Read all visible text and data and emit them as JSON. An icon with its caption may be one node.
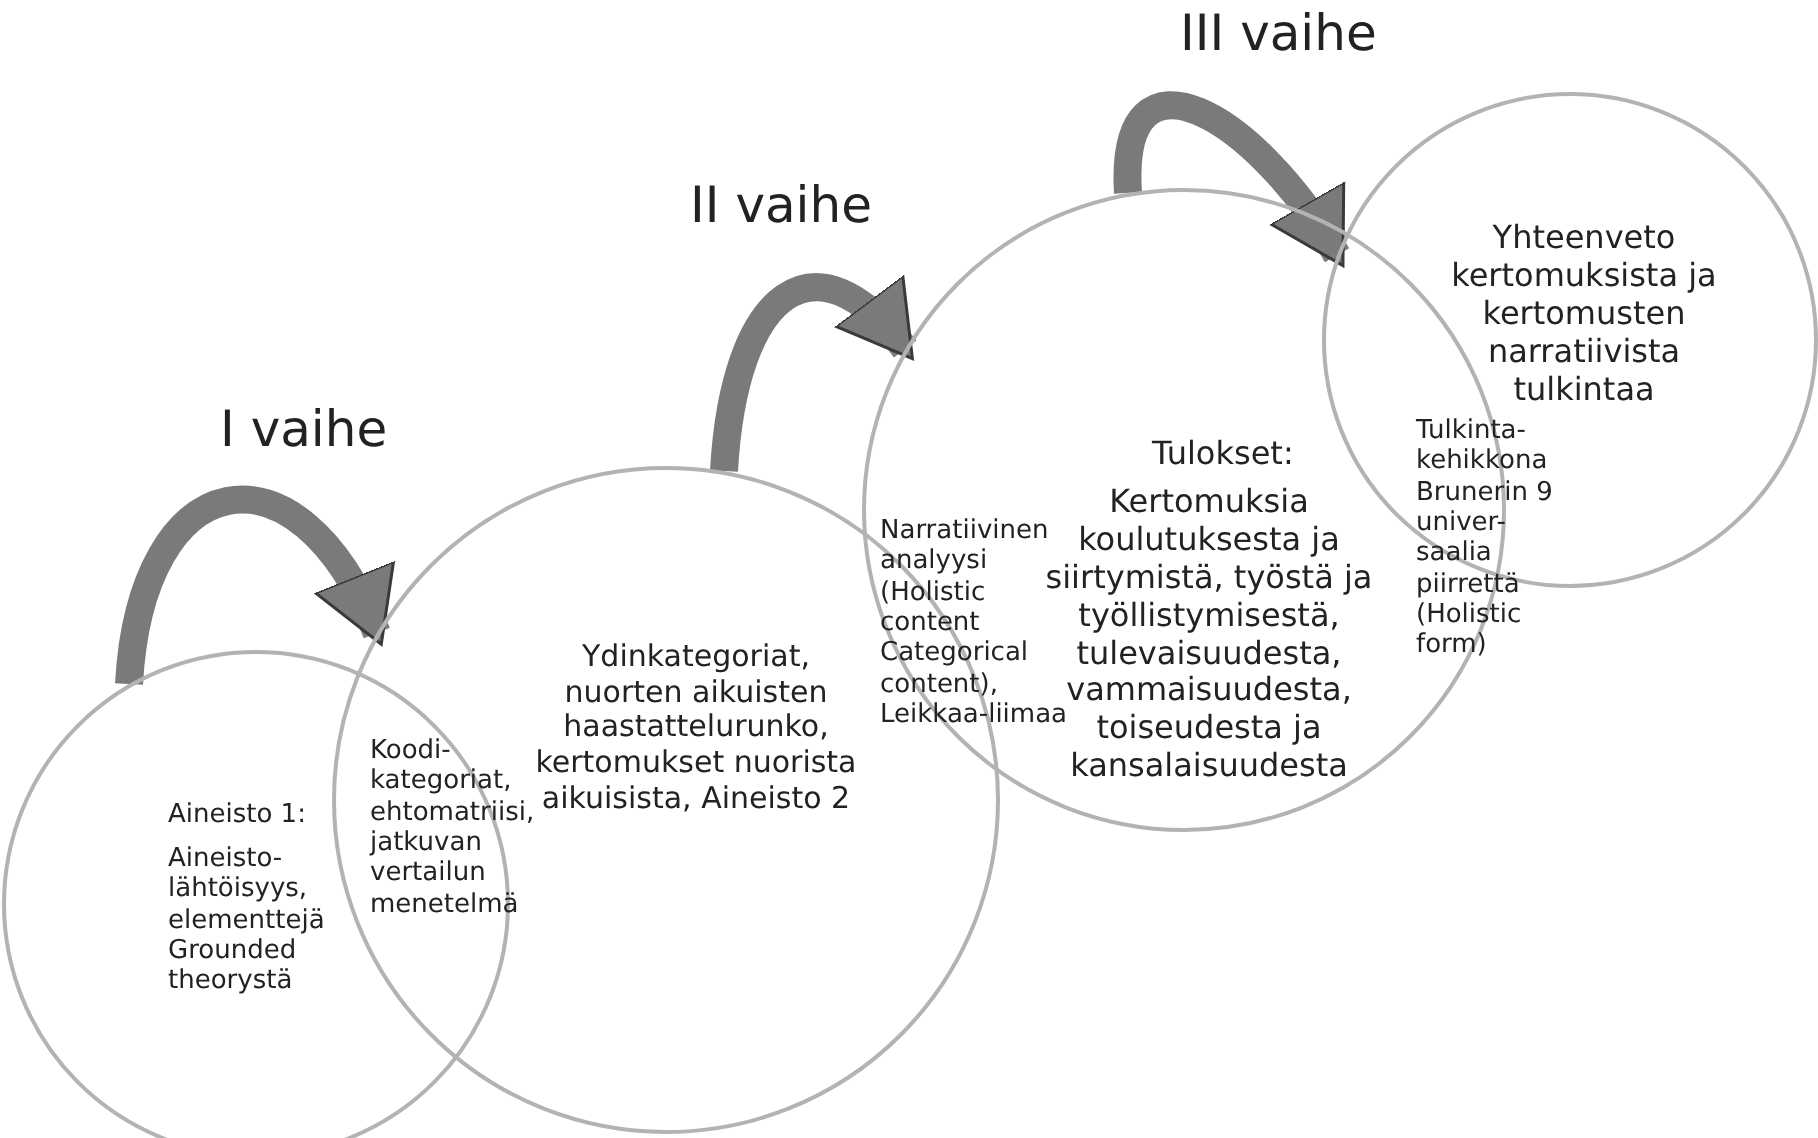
{
  "diagram": {
    "nodes": [
      {
        "text": [
          "Aineisto 1:",
          "Aineisto-lähtöisyys, elementtejä Grounded theorystä"
        ]
      },
      {
        "text": [
          "Ydinkategoriat, nuorten aikuisten haastattelurunko, kertomukset nuorista aikuisista, Aineisto 2"
        ]
      },
      {
        "text": [
          "Tulokset:",
          "Kertomuksia koulutuksesta ja siirtymistä, työstä ja työllistymisestä, tulevaisuudesta, vammaisuudesta, toiseudesta ja kansalaisuudesta"
        ]
      },
      {
        "text": [
          "Yhteenveto kertomuksista ja kertomusten narratiivista tulkintaa"
        ]
      }
    ],
    "edges": [
      {
        "from": 0,
        "to": 1,
        "arrow": "to",
        "label": "I vaihe"
      },
      {
        "from": 1,
        "to": 2,
        "arrow": "to",
        "label": "II vaihe"
      },
      {
        "from": 2,
        "to": 3,
        "arrow": "to",
        "label": "III vaihe"
      }
    ],
    "labels": [
      "Koodi-kategoriat, ehtomatriisi, jatkuvan vertailun menetelmä",
      "Narratiivinen analyysi (Holistic content Categorical content), Leikkaa-liimaa",
      "Tulkinta-kehikkona Brunerin 9 univer-saalia piirrettä (Holistic form)"
    ]
  }
}
